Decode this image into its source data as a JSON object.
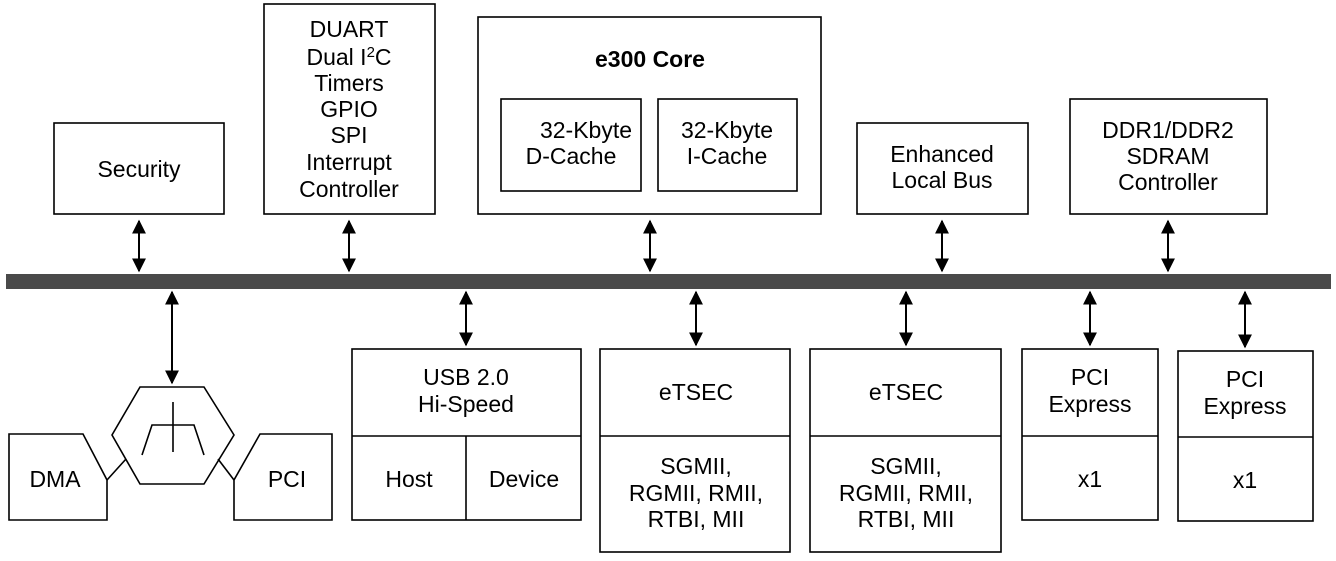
{
  "security": {
    "label": "Security"
  },
  "peripherals": {
    "lines": [
      "DUART",
      "Dual I",
      "Timers",
      "GPIO",
      "SPI",
      "Interrupt",
      "Controller"
    ],
    "i2c_sup": "2",
    "i2c_suffix": "C"
  },
  "core": {
    "title": "e300 Core",
    "dcache": [
      "32-Kbyte",
      "D-Cache"
    ],
    "icache": [
      "32-Kbyte",
      "I-Cache"
    ]
  },
  "local_bus": {
    "lines": [
      "Enhanced",
      "Local Bus"
    ]
  },
  "ddr": {
    "lines": [
      "DDR1/DDR2",
      "SDRAM",
      "Controller"
    ]
  },
  "dma": {
    "label": "DMA"
  },
  "pci": {
    "label": "PCI"
  },
  "usb": {
    "lines": [
      "USB 2.0",
      "Hi-Speed"
    ],
    "host": "Host",
    "device": "Device"
  },
  "etsec1": {
    "title": "eTSEC",
    "lines": [
      "SGMII,",
      "RGMII, RMII,",
      "RTBI, MII"
    ]
  },
  "etsec2": {
    "title": "eTSEC",
    "lines": [
      "SGMII,",
      "RGMII, RMII,",
      "RTBI, MII"
    ]
  },
  "pcie1": {
    "lines": [
      "PCI",
      "Express"
    ],
    "lanes": "x1"
  },
  "pcie2": {
    "lines": [
      "PCI",
      "Express"
    ],
    "lanes": "x1"
  },
  "colors": {
    "bus": "#4a4a4a",
    "stroke": "#000000"
  }
}
